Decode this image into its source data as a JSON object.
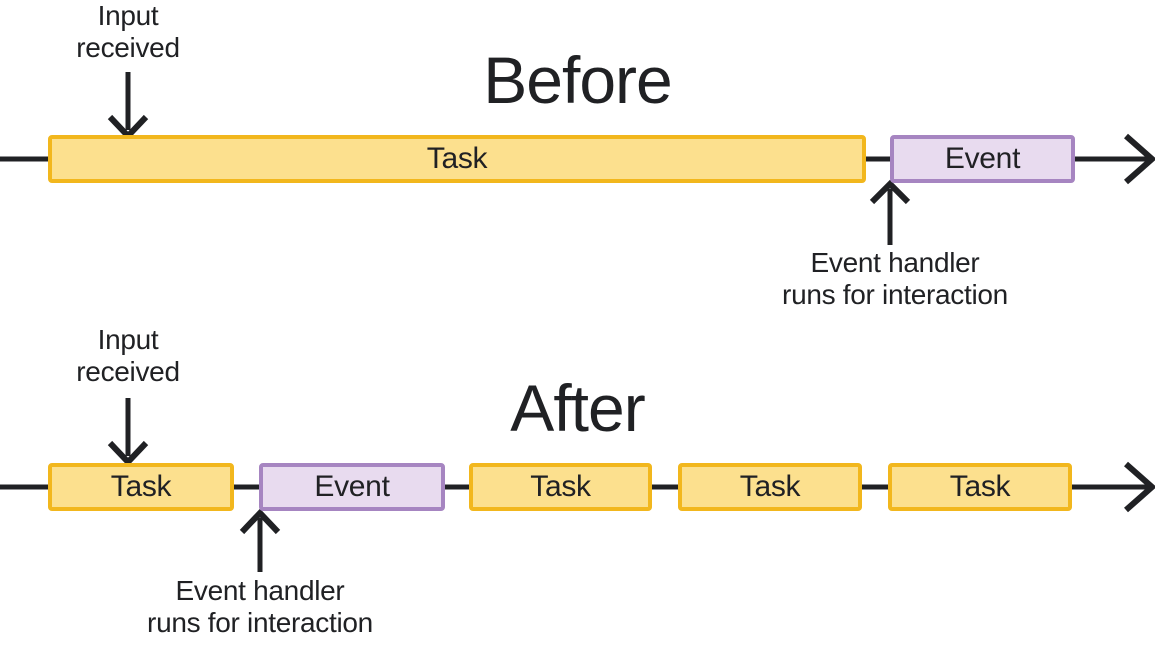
{
  "diagram": {
    "subject": "Task scheduling timeline comparison"
  },
  "colors": {
    "task_fill": "#FCE08E",
    "task_border": "#F2B71D",
    "event_fill": "#E8DBEF",
    "event_border": "#A685C1",
    "ink": "#202124"
  },
  "before": {
    "title": "Before",
    "input_label": {
      "line1": "Input",
      "line2": "received"
    },
    "handler_label": {
      "line1": "Event handler",
      "line2": "runs for interaction"
    },
    "timeline": [
      {
        "type": "task",
        "label": "Task"
      },
      {
        "type": "event",
        "label": "Event"
      }
    ]
  },
  "after": {
    "title": "After",
    "input_label": {
      "line1": "Input",
      "line2": "received"
    },
    "handler_label": {
      "line1": "Event handler",
      "line2": "runs for interaction"
    },
    "timeline": [
      {
        "type": "task",
        "label": "Task"
      },
      {
        "type": "event",
        "label": "Event"
      },
      {
        "type": "task",
        "label": "Task"
      },
      {
        "type": "task",
        "label": "Task"
      },
      {
        "type": "task",
        "label": "Task"
      }
    ]
  }
}
